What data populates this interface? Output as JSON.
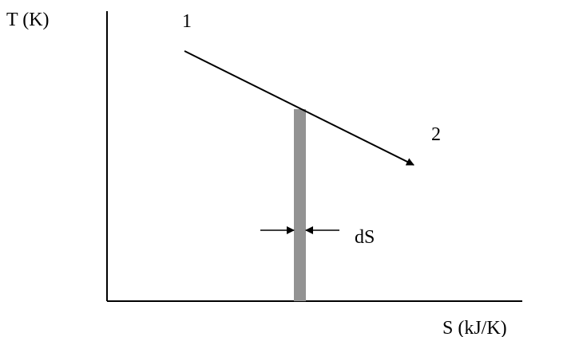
{
  "diagram": {
    "axes": {
      "y_label": "T (K)",
      "x_label": "S (kJ/K)"
    },
    "states": {
      "start": "1",
      "end": "2"
    },
    "strip_label": "dS",
    "colors": {
      "line": "#000000",
      "strip": "#939393",
      "background": "#ffffff"
    }
  }
}
